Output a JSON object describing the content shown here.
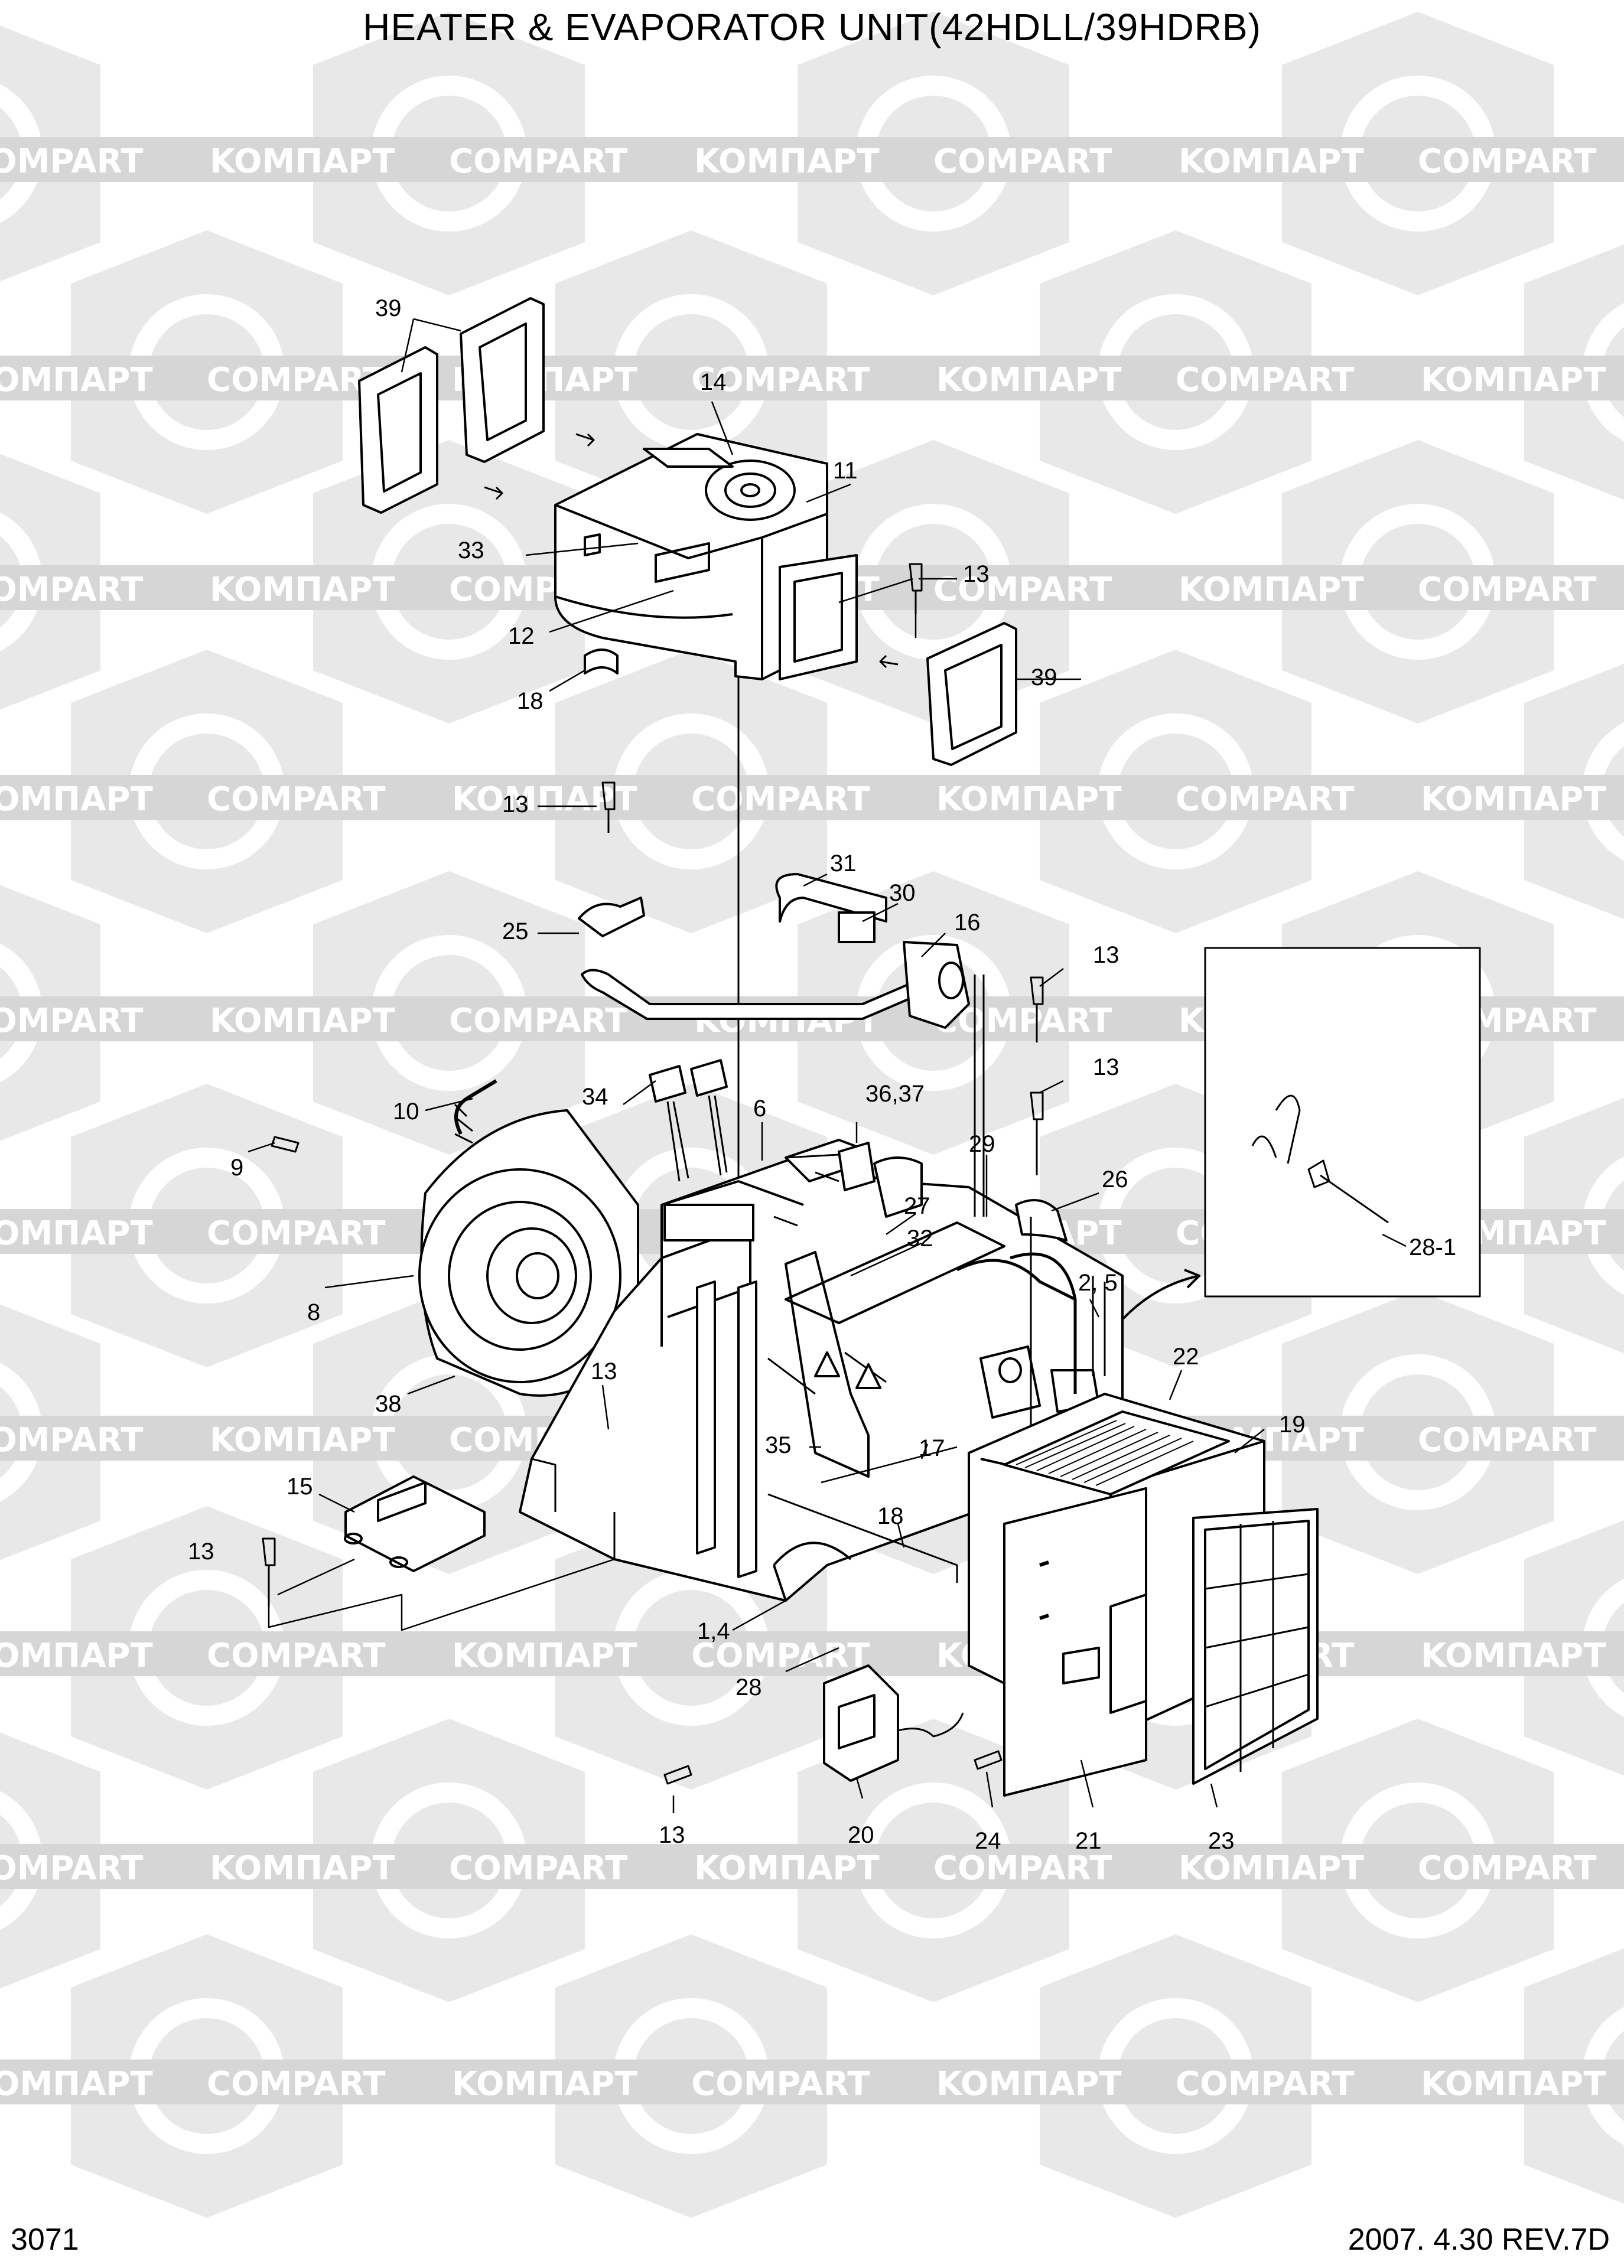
{
  "diagram": {
    "title": "HEATER & EVAPORATOR UNIT(42HDLL/39HDRB)",
    "page_number": "3071",
    "date_revision": "2007. 4.30  REV.7D"
  },
  "watermark": {
    "text_left": "KOMПАРТ",
    "text_right": "COMPART",
    "color": "#d6d6d6"
  },
  "callouts": [
    "39",
    "14",
    "11",
    "33",
    "13",
    "12",
    "39",
    "18",
    "13",
    "31",
    "30",
    "16",
    "25",
    "13",
    "13",
    "34",
    "6",
    "36,37",
    "10",
    "29",
    "9",
    "26",
    "27",
    "32",
    "2, 5",
    "28-1",
    "8",
    "22",
    "13",
    "38",
    "19",
    "35",
    "17",
    "15",
    "18",
    "13",
    "1,4",
    "28",
    "13",
    "20",
    "24",
    "21",
    "23"
  ]
}
